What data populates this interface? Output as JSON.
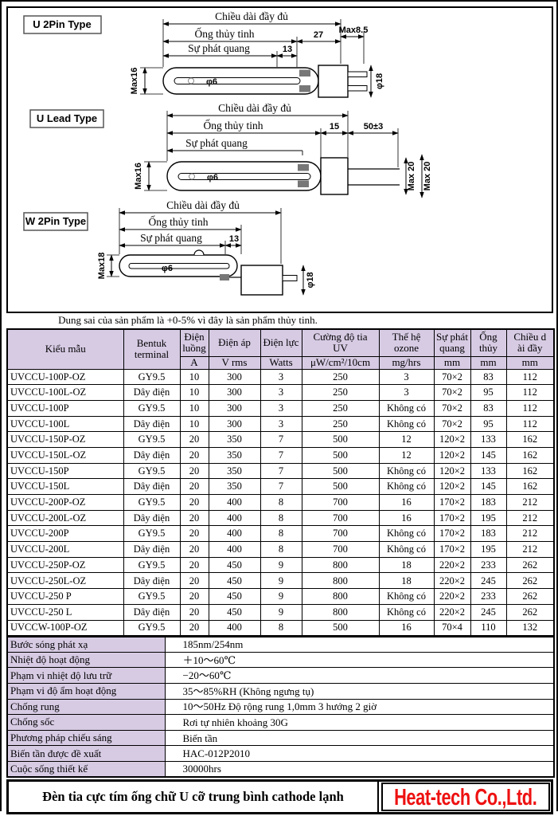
{
  "colors": {
    "header_bg": "#d7cbe4",
    "logo_red": "#ee1111"
  },
  "diagrams": {
    "tolerance_note": "Dung sai của sản phẩm là +0-5% vì đây là sản phẩm thủy tinh.",
    "u2pin": {
      "type_label": "U 2Pin Type",
      "dim_full": "Chiều dài đầy đủ",
      "dim_glass": "Ống thủy tinh",
      "dim_glow": "Sự phát quang",
      "dim_13": "13",
      "dim_27": "27",
      "dim_max85": "Max8.5",
      "dim_max16": "Max16",
      "dim_phi6": "φ6",
      "dim_phi18": "φ18"
    },
    "ulead": {
      "type_label": "U Lead Type",
      "dim_full": "Chiều dài đầy đủ",
      "dim_glass": "Ống thủy tinh",
      "dim_glow": "Sự phát quang",
      "dim_15": "15",
      "dim_50": "50±3",
      "dim_max16": "Max16",
      "dim_phi6": "φ6",
      "dim_max20a": "Max 20",
      "dim_max20b": "Max 20"
    },
    "w2pin": {
      "type_label": "W 2Pin Type",
      "dim_full": "Chiều dài đầy đủ",
      "dim_glass": "Ống thủy tinh",
      "dim_glow": "Sự phát quang",
      "dim_13": "13",
      "dim_max18": "Max18",
      "dim_phi6": "φ6",
      "dim_phi18": "φ18"
    }
  },
  "table": {
    "headers": [
      "Kiểu mẫu",
      "Bentuk\nterminal",
      "Điện\nluồng",
      "Điện áp",
      "Điện lực",
      "Cường độ tia\nUV",
      "Thế hệ\nozone",
      "Sự phát\nquang",
      "Ống\nthủy",
      "Chiều d\nài đầy"
    ],
    "units": [
      "A",
      "V  rms",
      "Watts",
      "μW/cm²/10cm",
      "mg/hrs",
      "mm",
      "mm",
      "mm"
    ],
    "rows": [
      [
        "UVCCU-100P-OZ",
        "GY9.5",
        "10",
        "300",
        "3",
        "250",
        "3",
        "70×2",
        "83",
        "112"
      ],
      [
        "UVCCU-100L-OZ",
        "Dây điện",
        "10",
        "300",
        "3",
        "250",
        "3",
        "70×2",
        "95",
        "112"
      ],
      [
        "UVCCU-100P",
        "GY9.5",
        "10",
        "300",
        "3",
        "250",
        "Không có",
        "70×2",
        "83",
        "112"
      ],
      [
        "UVCCU-100L",
        "Dây điện",
        "10",
        "300",
        "3",
        "250",
        "Không có",
        "70×2",
        "95",
        "112"
      ],
      [
        "UVCCU-150P-OZ",
        "GY9.5",
        "20",
        "350",
        "7",
        "500",
        "12",
        "120×2",
        "133",
        "162"
      ],
      [
        "UVCCU-150L-OZ",
        "Dây điện",
        "20",
        "350",
        "7",
        "500",
        "12",
        "120×2",
        "145",
        "162"
      ],
      [
        "UVCCU-150P",
        "GY9.5",
        "20",
        "350",
        "7",
        "500",
        "Không có",
        "120×2",
        "133",
        "162"
      ],
      [
        "UVCCU-150L",
        "Dây điện",
        "20",
        "350",
        "7",
        "500",
        "Không có",
        "120×2",
        "145",
        "162"
      ],
      [
        "UVCCU-200P-OZ",
        "GY9.5",
        "20",
        "400",
        "8",
        "700",
        "16",
        "170×2",
        "183",
        "212"
      ],
      [
        "UVCCU-200L-OZ",
        "Dây điện",
        "20",
        "400",
        "8",
        "700",
        "16",
        "170×2",
        "195",
        "212"
      ],
      [
        "UVCCU-200P",
        "GY9.5",
        "20",
        "400",
        "8",
        "700",
        "Không có",
        "170×2",
        "183",
        "212"
      ],
      [
        "UVCCU-200L",
        "Dây điện",
        "20",
        "400",
        "8",
        "700",
        "Không có",
        "170×2",
        "195",
        "212"
      ],
      [
        "UVCCU-250P-OZ",
        "GY9.5",
        "20",
        "450",
        "9",
        "800",
        "18",
        "220×2",
        "233",
        "262"
      ],
      [
        "UVCCU-250L-OZ",
        "Dây điện",
        "20",
        "450",
        "9",
        "800",
        "18",
        "220×2",
        "245",
        "262"
      ],
      [
        "UVCCU-250 P",
        "GY9.5",
        "20",
        "450",
        "9",
        "800",
        "Không có",
        "220×2",
        "233",
        "262"
      ],
      [
        "UVCCU-250 L",
        "Dây điện",
        "20",
        "450",
        "9",
        "800",
        "Không có",
        "220×2",
        "245",
        "262"
      ],
      [
        "UVCCW-100P-OZ",
        "GY9.5",
        "20",
        "400",
        "8",
        "500",
        "16",
        "70×4",
        "110",
        "132"
      ]
    ]
  },
  "properties": [
    {
      "label": "Bước sóng phát xạ",
      "value": "185nm/254nm"
    },
    {
      "label": "Nhiệt độ hoạt động",
      "value": "＋10～60℃"
    },
    {
      "label": "Phạm vi nhiệt độ lưu trữ",
      "value": "−20～60℃"
    },
    {
      "label": "Phạm vi độ ẩm hoạt động",
      "value": "35～85%RH  (Không ngưng tụ)"
    },
    {
      "label": "Chống rung",
      "value": "10～50Hz Độ rộng rung 1,0mm 3 hướng 2 giờ"
    },
    {
      "label": "Chống sốc",
      "value": "Rơi tự nhiên khoảng 30G"
    },
    {
      "label": "Phương pháp chiếu sáng",
      "value": "Biến tần"
    },
    {
      "label": "Biến tần được đề xuất",
      "value": "HAC-012P2010"
    },
    {
      "label": "Cuộc sống thiết kế",
      "value": "30000hrs"
    }
  ],
  "footer": {
    "title": "Đèn tia cực tím ống chữ U cỡ trung bình cathode lạnh",
    "logo": "Heat-tech Co.,Ltd."
  }
}
